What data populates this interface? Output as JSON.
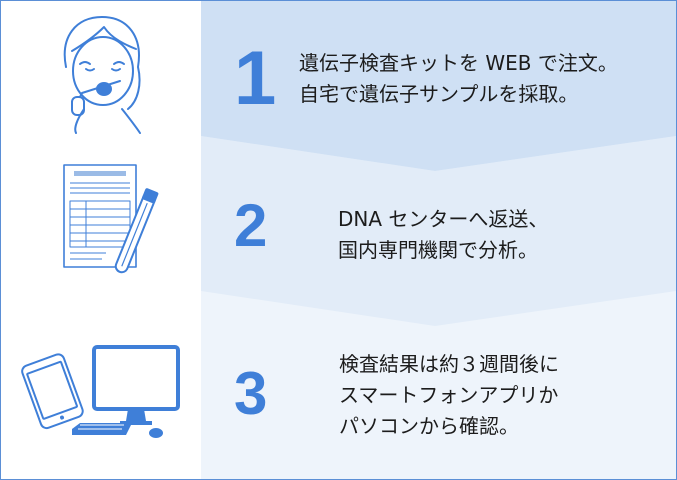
{
  "steps": [
    {
      "number": "1",
      "lines": [
        "遺伝子検査キットを WEB で注文。",
        "自宅で遺伝子サンプルを採取。"
      ],
      "icon": "person-swab-icon"
    },
    {
      "number": "2",
      "lines": [
        "DNA センターへ返送、",
        "国内専門機関で分析。"
      ],
      "icon": "document-test-tube-icon"
    },
    {
      "number": "3",
      "lines": [
        "検査結果は約３週間後に",
        "スマートフォンアプリか",
        "パソコンから確認。"
      ],
      "icon": "smartphone-computer-icon"
    }
  ],
  "colors": {
    "accent": "#3f7fd8",
    "band1": "#cfe0f4",
    "band2": "#e2ecf8",
    "band3": "#eef4fb",
    "border": "#5b8fd6"
  }
}
